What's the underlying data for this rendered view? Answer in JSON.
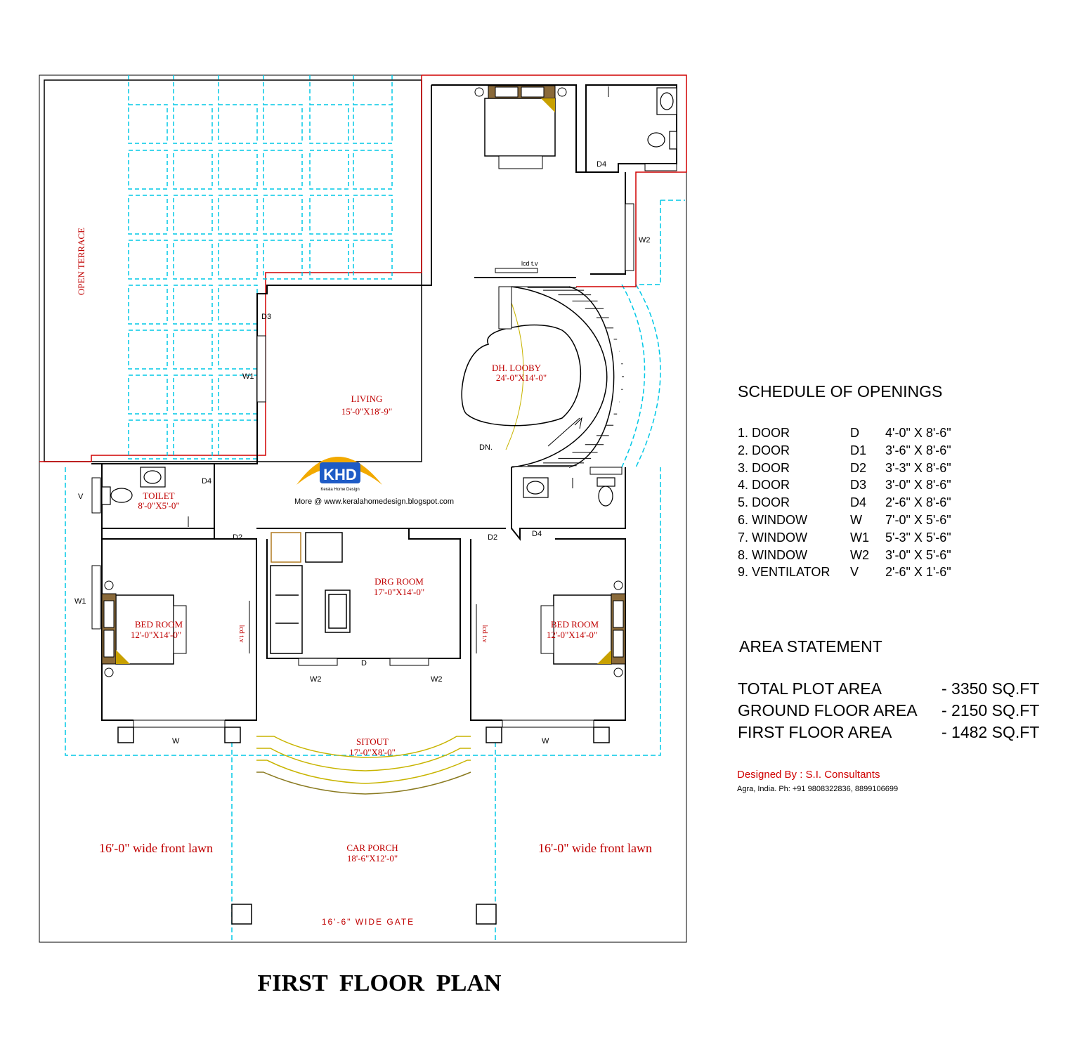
{
  "title": "FIRST  FLOOR  PLAN",
  "rooms": {
    "open_terrace": "OPEN TERRACE",
    "living": {
      "name": "LIVING",
      "size": "15'-0\"X18'-9\""
    },
    "dh_looby": {
      "name": "DH. LOOBY",
      "size": "24'-0\"X14'-0\""
    },
    "toilet": {
      "name": "TOILET",
      "size": "8'-0\"X5'-0\""
    },
    "drg_room": {
      "name": "DRG ROOM",
      "size": "17'-0\"X14'-0\""
    },
    "bed_room_left": {
      "name": "BED ROOM",
      "size": "12'-0\"X14'-0\""
    },
    "bed_room_right": {
      "name": "BED ROOM",
      "size": "12'-0\"X14'-0\""
    },
    "sitout": {
      "name": "SITOUT",
      "size": "17'-0\"X8'-0\""
    },
    "car_porch": {
      "name": "CAR PORCH",
      "size": "18'-6\"X12'-0\""
    },
    "front_lawn_left": "16'-0\" wide front lawn",
    "front_lawn_right": "16'-0\" wide front lawn",
    "gate": "16'-6\" WIDE GATE"
  },
  "labels": {
    "d3": "D3",
    "w1_top": "W1",
    "d4_top": "D4",
    "w2_right": "W2",
    "lcd_tv_top": "lcd t.v",
    "dn": "DN.",
    "v": "V",
    "d4_toilet": "D4",
    "d2_left": "D2",
    "d2_right": "D2",
    "d4_bath": "D4",
    "w1_left": "W1",
    "d_main": "D",
    "w2_left": "W2",
    "w2_mid": "W2",
    "w_left": "W",
    "w_right": "W",
    "lcd_tv_left": "lcd t.v",
    "lcd_tv_right": "lcd t.v"
  },
  "logo": {
    "mark": "KHD",
    "tagline": "Kerala Home Design",
    "url_text": "More @ www.keralahomedesign.blogspot.com"
  },
  "schedule": {
    "heading": "SCHEDULE OF OPENINGS",
    "rows": [
      {
        "item": "1. DOOR",
        "code": "D",
        "size": "4'-0\" X 8'-6\""
      },
      {
        "item": "2. DOOR",
        "code": "D1",
        "size": "3'-6\" X 8'-6\""
      },
      {
        "item": "3. DOOR",
        "code": "D2",
        "size": "3'-3\" X 8'-6\""
      },
      {
        "item": "4. DOOR",
        "code": "D3",
        "size": "3'-0\" X 8'-6\""
      },
      {
        "item": "5. DOOR",
        "code": "D4",
        "size": "2'-6\" X 8'-6\""
      },
      {
        "item": "6. WINDOW",
        "code": "W",
        "size": "7'-0\" X 5'-6\""
      },
      {
        "item": "7. WINDOW",
        "code": "W1",
        "size": "5'-3\" X 5'-6\""
      },
      {
        "item": "8. WINDOW",
        "code": "W2",
        "size": "3'-0\" X 5'-6\""
      },
      {
        "item": "9. VENTILATOR",
        "code": "V",
        "size": "2'-6\" X 1'-6\""
      }
    ]
  },
  "area": {
    "heading": "AREA STATEMENT",
    "rows": [
      {
        "label": "TOTAL PLOT AREA",
        "value": "- 3350 SQ.FT"
      },
      {
        "label": "GROUND FLOOR AREA",
        "value": "- 2150 SQ.FT"
      },
      {
        "label": "FIRST FLOOR AREA",
        "value": "-  1482 SQ.FT"
      }
    ]
  },
  "credits": {
    "designer": "Designed By : S.I. Consultants",
    "contact": "Agra, India. Ph: +91 9808322836, 8899106699"
  },
  "colors": {
    "wall": "#000000",
    "outline": "#d00000",
    "terrace_grid": "#00c8e6",
    "labels": "#c00000",
    "stairs": "#c8b400",
    "furniture": "#8a6a3a"
  }
}
